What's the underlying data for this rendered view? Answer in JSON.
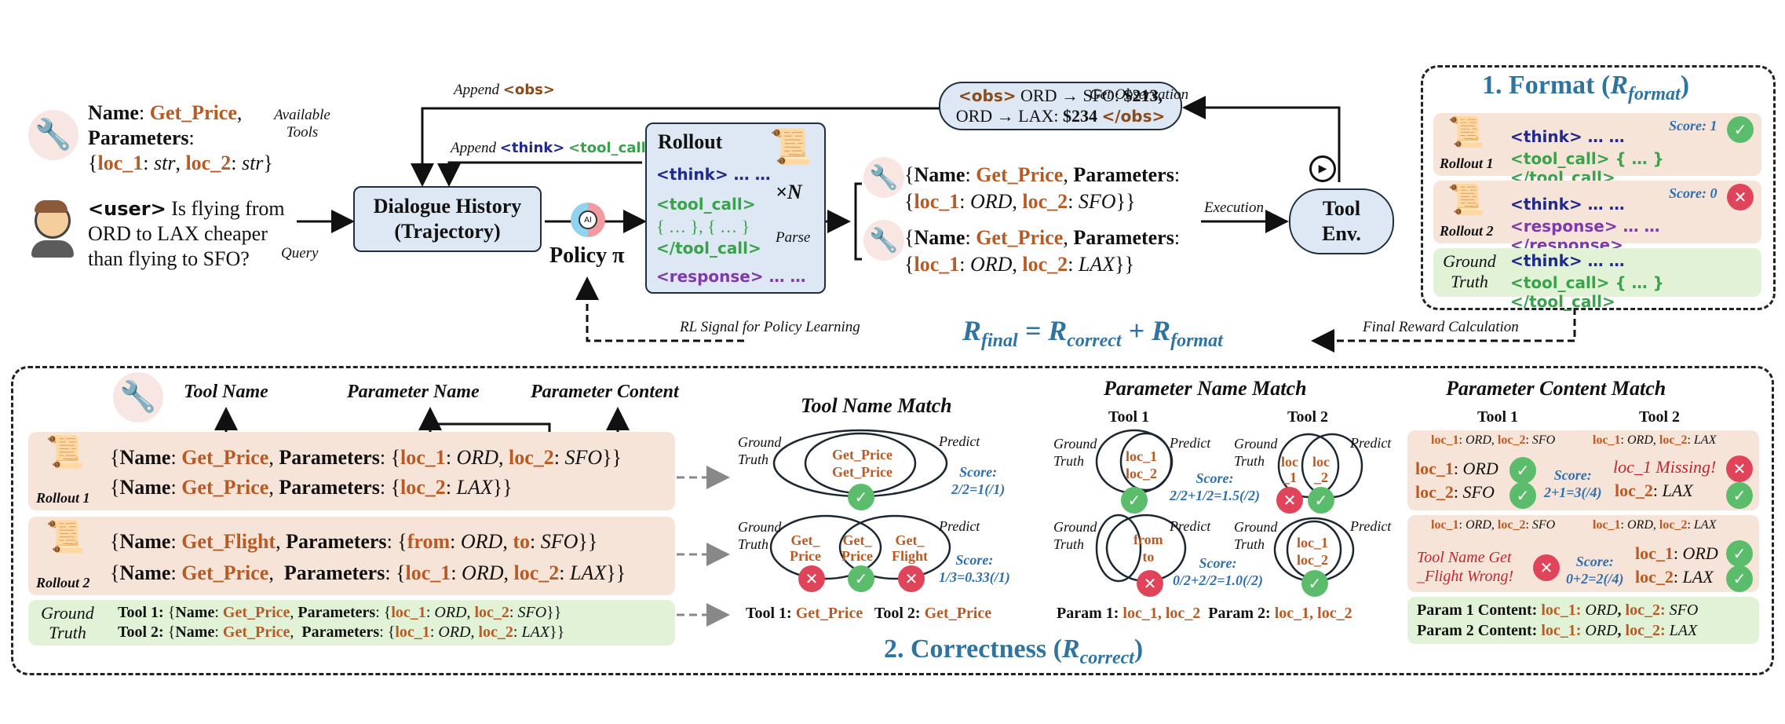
{
  "top": {
    "available_tools": {
      "name_label": "Name",
      "name_value": "Get_Price",
      "params_label": "Parameters",
      "param1": "loc_1",
      "param1_type": "str",
      "param2": "loc_2",
      "param2_type": "str",
      "caption": "Available Tools"
    },
    "query": {
      "tag": "<user>",
      "text_line1": "Is flying from",
      "text_line2": "ORD to LAX cheaper",
      "text_line3": "than flying to SFO?",
      "caption": "Query"
    },
    "dialogue_history": {
      "line1": "Dialogue History",
      "line2": "(Trajectory)"
    },
    "policy": {
      "label": "Policy π",
      "icon": "brain-ai-icon"
    },
    "append_obs": {
      "text": "Append",
      "tag": "<obs>"
    },
    "append_think": {
      "text": "Append",
      "tag1": "<think>",
      "tag2": "<tool_call>"
    },
    "rollout": {
      "title": "Rollout",
      "multiplier": "×N",
      "think": "<think> … …",
      "tool_call_open": "<tool_call>",
      "tool_call_body": "{ … }, { … }",
      "tool_call_close": "</tool_call>",
      "response": "<response> … …",
      "parse_label": "Parse"
    },
    "observation": {
      "open": "<obs>",
      "line1": "ORD → SFO: ",
      "price1": "$213,",
      "line2": "ORD → LAX: ",
      "price2": "$234",
      "close": "</obs>",
      "caption": "Get Observation"
    },
    "parsed_calls": [
      {
        "name": "Get_Price",
        "loc1": "ORD",
        "loc2": "SFO"
      },
      {
        "name": "Get_Price",
        "loc1": "ORD",
        "loc2": "LAX"
      }
    ],
    "execution_label": "Execution",
    "tool_env": {
      "line1": "Tool",
      "line2": "Env."
    }
  },
  "format": {
    "title": "1. Format (",
    "title_r": "R",
    "title_sub": "format",
    "title_close": ")",
    "rows": [
      {
        "label": "Rollout 1",
        "line1": "<think> … …",
        "line2": "<tool_call> { … } </tool_call>",
        "score": "Score: 1",
        "status": "check"
      },
      {
        "label": "Rollout 2",
        "line1": "<think> … …",
        "line2": "<response> … … </response>",
        "score": "Score: 0",
        "status": "cross"
      },
      {
        "label_line1": "Ground",
        "label_line2": "Truth",
        "line1": "<think> … …",
        "line2": "<tool_call> { … } </tool_call>"
      }
    ]
  },
  "reward": {
    "rl_signal": "RL Signal for Policy Learning",
    "final_calc": "Final Reward Calculation",
    "R": "R",
    "final": "final",
    "correct": "correct",
    "format": "format"
  },
  "correctness": {
    "title": "2. Correctness (",
    "title_r": "R",
    "title_sub": "correct",
    "title_close": ")",
    "headers": {
      "tool_name": "Tool Name",
      "param_name": "Parameter Name",
      "param_content": "Parameter Content"
    },
    "rollout1": {
      "label": "Rollout 1",
      "calls": [
        {
          "name": "Get_Price",
          "params": [
            [
              "loc_1",
              "ORD"
            ],
            [
              "loc_2",
              "SFO"
            ]
          ]
        },
        {
          "name": "Get_Price",
          "params": [
            [
              "loc_2",
              "LAX"
            ]
          ]
        }
      ]
    },
    "rollout2": {
      "label": "Rollout 2",
      "call1": {
        "name": "Get_Flight",
        "p1": "from",
        "v1": "ORD",
        "p2": "to",
        "v2": "SFO"
      },
      "call2": {
        "name": "Get_Price",
        "p1": "loc_1",
        "v1": "ORD",
        "p2": "loc_2",
        "v2": "LAX"
      }
    },
    "ground_truth": {
      "label_line1": "Ground",
      "label_line2": "Truth",
      "tool1_label": "Tool 1:",
      "tool2_label": "Tool 2:",
      "name": "Get_Price",
      "t1": {
        "p1": "loc_1",
        "v1": "ORD",
        "p2": "loc_2",
        "v2": "SFO"
      },
      "t2": {
        "p1": "loc_1",
        "v1": "ORD",
        "p2": "loc_2",
        "v2": "LAX"
      }
    },
    "tool_name_match": {
      "title": "Tool Name Match",
      "gt": "Ground Truth",
      "gt1": "Ground",
      "gt2": "Truth",
      "pred": "Predict",
      "r1_items": [
        "Get_Price",
        "Get_Price"
      ],
      "r1_score1": "Score:",
      "r1_score2": "2/2=1(/1)",
      "r2_left": [
        "Get_",
        "Price"
      ],
      "r2_mid": [
        "Get_",
        "Price"
      ],
      "r2_right": [
        "Get_",
        "Flight"
      ],
      "r2_score1": "Score:",
      "r2_score2": "1/3=0.33(/1)",
      "gt_row": {
        "t1": "Tool 1: ",
        "v1": "Get_Price",
        "t2": "Tool 2: ",
        "v2": "Get_Price"
      }
    },
    "param_name_match": {
      "title": "Parameter Name Match",
      "tool1": "Tool 1",
      "tool2": "Tool 2",
      "r1_t1": [
        "loc_1",
        "loc_2"
      ],
      "r1_t2_left": [
        "loc",
        "_1"
      ],
      "r1_t2_right": [
        "loc",
        "_2"
      ],
      "r1_score1": "Score:",
      "r1_score2": "2/2+1/2=1.5(/2)",
      "r2_t1": [
        "from",
        "to"
      ],
      "r2_t2": [
        "loc_1",
        "loc_2"
      ],
      "r2_score1": "Score:",
      "r2_score2": "0/2+2/2=1.0(/2)",
      "gt_row": {
        "p1": "Param 1: ",
        "v1": "loc_1, loc_2",
        "p2": "Param 2: ",
        "v2": "loc_1, loc_2"
      }
    },
    "param_content_match": {
      "title": "Parameter Content Match",
      "tool1": "Tool 1",
      "tool2": "Tool 2",
      "hdr_t1": {
        "p1": "loc_1",
        "v1": "ORD",
        "p2": "loc_2",
        "v2": "SFO"
      },
      "hdr_t2": {
        "p1": "loc_1",
        "v1": "ORD",
        "p2": "loc_2",
        "v2": "LAX"
      },
      "r1_t1": [
        [
          "loc_1",
          "ORD"
        ],
        [
          "loc_2",
          "SFO"
        ]
      ],
      "r1_t2_missing": "loc_1 Missing!",
      "r1_t2_ok": [
        "loc_2",
        "LAX"
      ],
      "r1_score1": "Score:",
      "r1_score2": "2+1=3(/4)",
      "r2_t1_error1": "Tool Name Get",
      "r2_t1_error2": "_Flight Wrong!",
      "r2_t2": [
        [
          "loc_1",
          "ORD"
        ],
        [
          "loc_2",
          "LAX"
        ]
      ],
      "r2_score1": "Score:",
      "r2_score2": "0+2=2(/4)",
      "gt_row1": {
        "label": "Param 1 Content: ",
        "p1": "loc_1:",
        "v1": "ORD",
        "p2": "loc_2:",
        "v2": "SFO"
      },
      "gt_row2": {
        "label": "Param 2 Content: ",
        "p1": "loc_1:",
        "v1": "ORD",
        "p2": "loc_2:",
        "v2": "LAX"
      }
    }
  },
  "colors": {
    "orange": "#b85a24",
    "think": "#1f2a8c",
    "tool_call": "#3aa24a",
    "response": "#7d3aa8",
    "score_blue": "#2f6fae",
    "title_teal": "#2f74a0",
    "peach": "#f7e4d9",
    "green": "#e1f2d6",
    "node_blue": "#dde8f4",
    "check": "#5bbd6c",
    "cross": "#e0445a"
  }
}
